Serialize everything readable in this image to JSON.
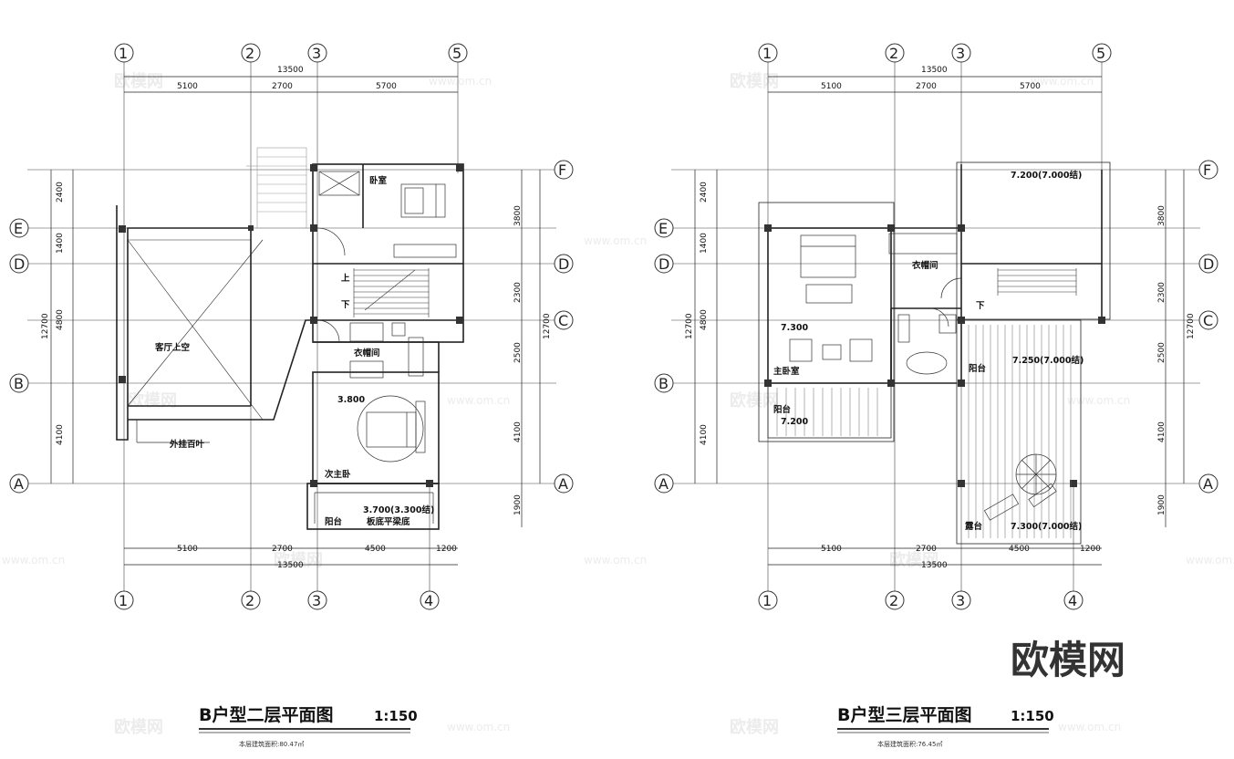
{
  "watermark": {
    "brand": "欧模网",
    "url": "www.om.cn"
  },
  "logo": "欧模网",
  "plans": [
    {
      "id": "second-floor",
      "title": "B户型二层平面图",
      "scale": "1:150",
      "area_note": "本层建筑面积:80.47㎡",
      "axis_labels_top": [
        "1",
        "2",
        "3",
        "5"
      ],
      "axis_labels_bottom": [
        "1",
        "2",
        "3",
        "4"
      ],
      "axis_labels_side": [
        "F",
        "E",
        "D",
        "C",
        "B",
        "A"
      ],
      "dims": {
        "total_top": "13500",
        "top": [
          "5100",
          "2700",
          "5700"
        ],
        "bottom": [
          "5100",
          "2700",
          "4500",
          "1200"
        ],
        "total_bottom": "13500",
        "left": [
          "2400",
          "1400",
          "4800",
          "4100"
        ],
        "left_total": "12700",
        "right": [
          "3800",
          "2300",
          "2500",
          "4100",
          "1900"
        ],
        "right_total": "12700"
      },
      "rooms": {
        "bedroom": "卧室",
        "up": "上",
        "down": "下",
        "void": "客厅上空",
        "wardrobe": "衣帽间",
        "elev_room": "3.800",
        "second_bedroom": "次主卧",
        "exterior": "外挂百叶",
        "balcony": "阳台",
        "balcony_elev": "3.700(3.300结)",
        "balcony_note": "板底平梁底"
      }
    },
    {
      "id": "third-floor",
      "title": "B户型三层平面图",
      "scale": "1:150",
      "area_note": "本层建筑面积:76.45㎡",
      "axis_labels_top": [
        "1",
        "2",
        "3",
        "5"
      ],
      "axis_labels_bottom": [
        "1",
        "2",
        "3",
        "4"
      ],
      "axis_labels_side": [
        "F",
        "E",
        "D",
        "C",
        "B",
        "A"
      ],
      "dims": {
        "total_top": "13500",
        "top": [
          "5100",
          "2700",
          "5700"
        ],
        "bottom": [
          "5100",
          "2700",
          "4500",
          "1200"
        ],
        "total_bottom": "13500",
        "left": [
          "2400",
          "1400",
          "4800",
          "4100"
        ],
        "left_total": "12700",
        "right": [
          "3800",
          "2300",
          "2500",
          "4100",
          "1900"
        ],
        "right_total": "12700"
      },
      "rooms": {
        "roof_elev": "7.200(7.000结)",
        "wardrobe": "衣帽间",
        "down": "下",
        "elev_master": "7.300",
        "master": "主卧室",
        "balcony_a": "阳台",
        "balcony_a_elev": "7.250(7.000结)",
        "balcony_b": "阳台",
        "balcony_b_elev": "7.200",
        "terrace": "露台",
        "terrace_elev": "7.300(7.000结)"
      }
    }
  ]
}
